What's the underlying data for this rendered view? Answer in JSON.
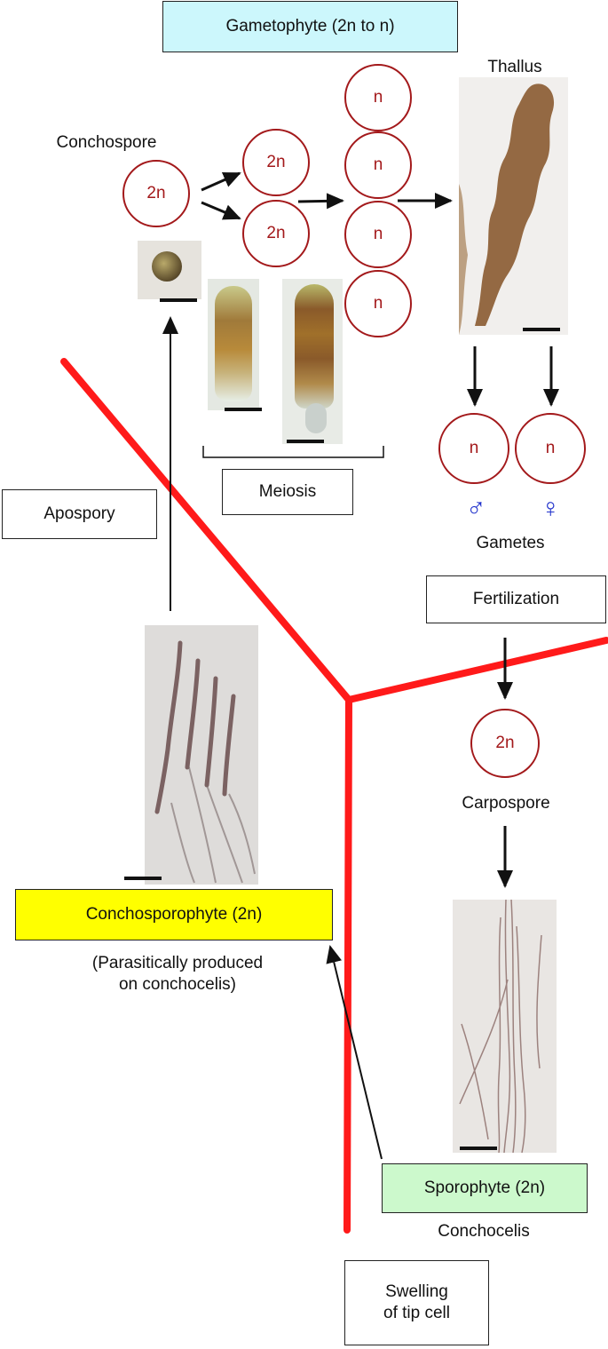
{
  "boxes": {
    "gametophyte": "Gametophyte (2n to n)",
    "meiosis": "Meiosis",
    "apospory": "Apospory",
    "fertilization": "Fertilization",
    "conchosporophyte": "Conchosporophyte (2n)",
    "sporophyte": "Sporophyte (2n)",
    "swelling": "Swelling\nof tip cell"
  },
  "labels": {
    "conchospore": "Conchospore",
    "thallus": "Thallus",
    "gametes": "Gametes",
    "carpospore": "Carpospore",
    "parasitic_note": "(Parasitically produced\non conchocelis)",
    "conchocelis": "Conchocelis"
  },
  "ploidy": {
    "conchospore": "2n",
    "division1_top": "2n",
    "division1_bottom": "2n",
    "tetrad": [
      "n",
      "n",
      "n",
      "n"
    ],
    "male_gamete": "n",
    "female_gamete": "n",
    "carpospore": "2n"
  },
  "symbols": {
    "male": "♂",
    "female": "♀"
  },
  "colors": {
    "lineage_line": "#ff1a1a",
    "circle_stroke": "#a3191b",
    "gametophyte_box": "#ccf7fc",
    "conchosporophyte_box": "#ffff00",
    "sporophyte_box": "#ccf9cc",
    "gamete_symbols": "#2233cc"
  }
}
